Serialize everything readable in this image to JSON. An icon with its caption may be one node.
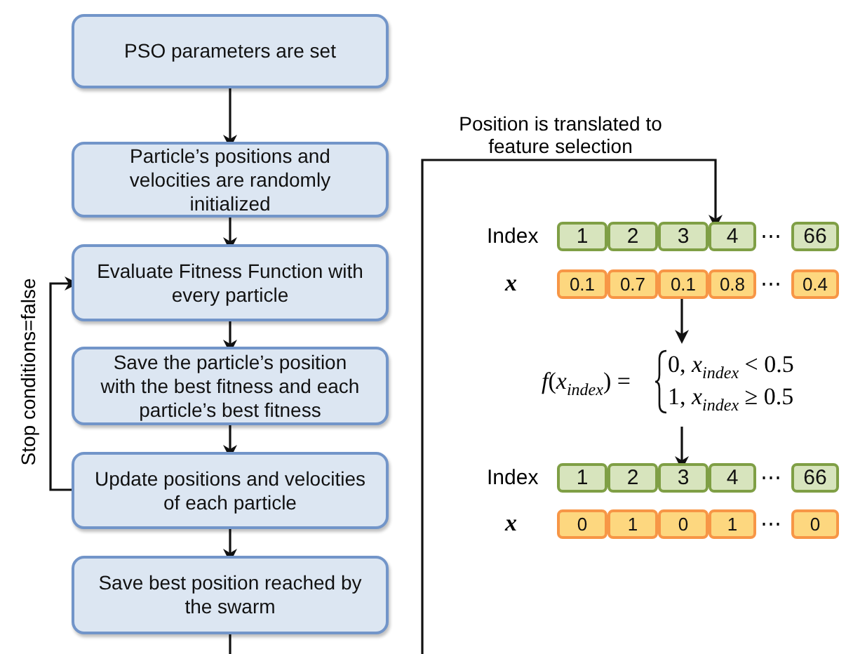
{
  "diagram": {
    "nodes": [
      {
        "text": [
          "PSO parameters are set"
        ]
      },
      {
        "text": [
          "Particle’s positions and velocities are randomly initialized"
        ]
      },
      {
        "text": [
          "Evaluate Fitness Function with every particle"
        ]
      },
      {
        "text": [
          "Save the particle’s position with the best fitness and each particle’s best fitness"
        ]
      },
      {
        "text": [
          "Update positions and velocities of each particle"
        ]
      },
      {
        "text": [
          "Save best position reached by the swarm"
        ]
      },
      {
        "text": [
          "1"
        ]
      },
      {
        "text": [
          "2"
        ]
      },
      {
        "text": [
          "3"
        ]
      },
      {
        "text": [
          "4"
        ]
      },
      {
        "text": [
          "66"
        ]
      },
      {
        "text": [
          "0.1"
        ]
      },
      {
        "text": [
          "0.7"
        ]
      },
      {
        "text": [
          "0.1"
        ]
      },
      {
        "text": [
          "0.8"
        ]
      },
      {
        "text": [
          "0.4"
        ]
      },
      {
        "text": [
          "*f*(*x*$_{index}$) =",
          "0,   *x*$_{index}$ < 0.5",
          "1,   *x*$_{index}$ ≥ 0.5"
        ]
      },
      {
        "text": [
          "1"
        ]
      },
      {
        "text": [
          "2"
        ]
      },
      {
        "text": [
          "3"
        ]
      },
      {
        "text": [
          "4"
        ]
      },
      {
        "text": [
          "66"
        ]
      },
      {
        "text": [
          "0"
        ]
      },
      {
        "text": [
          "1"
        ]
      },
      {
        "text": [
          "0"
        ]
      },
      {
        "text": [
          "1"
        ]
      },
      {
        "text": [
          "0"
        ]
      }
    ],
    "edges": [
      {
        "from": 0,
        "to": 1,
        "arrow": "to"
      },
      {
        "from": 1,
        "to": 2,
        "arrow": "to"
      },
      {
        "from": 2,
        "to": 3,
        "arrow": "to"
      },
      {
        "from": 3,
        "to": 4,
        "arrow": "to"
      },
      {
        "from": 4,
        "to": 2,
        "arrow": "to",
        "label": "Stop conditions=false"
      },
      {
        "from": 4,
        "to": 5,
        "arrow": "to"
      },
      {
        "from": 5,
        "to": null,
        "arrow": "none"
      },
      {
        "from": null,
        "to": 9,
        "arrow": "to",
        "label": "Position is translated to feature selection"
      },
      {
        "from": 13,
        "to": 16,
        "arrow": "to"
      },
      {
        "from": 16,
        "to": 19,
        "arrow": "to"
      }
    ],
    "labels": [
      "Index",
      "⋯",
      "x",
      "⋯",
      "Index",
      "⋯",
      "x",
      "⋯"
    ]
  }
}
